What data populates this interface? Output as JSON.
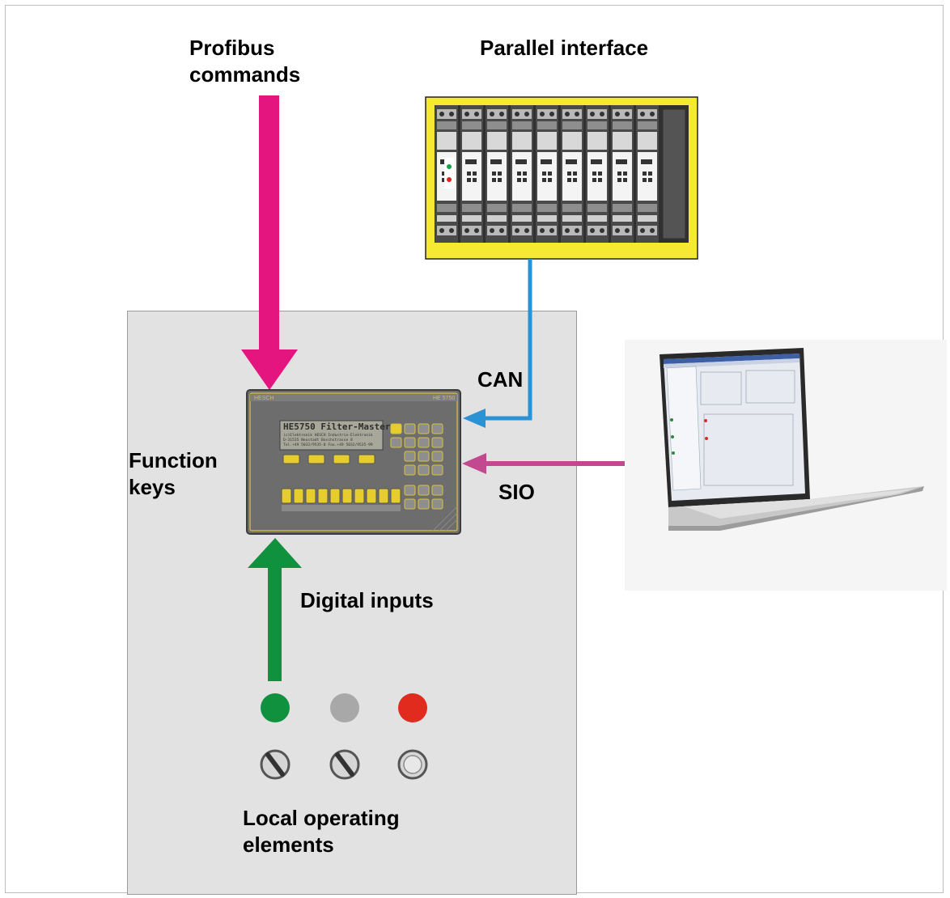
{
  "labels": {
    "profibus": "Profibus\ncommands",
    "parallel": "Parallel interface",
    "can": "CAN",
    "function_keys": "Function\nkeys",
    "sio": "SIO",
    "digital_inputs": "Digital inputs",
    "local_elements": "Local operating\nelements"
  },
  "controller": {
    "brand": "HESCH",
    "model": "HE 5750",
    "display_line1": "HE5750 Filter-Master",
    "display_line2": "(c)Elektronik  HESCH Industrie-Elektronik",
    "display_line3": "D-31535 Neustadt   Boschstrasse 8",
    "display_line4": "Tel.+49 5032/9535-0  Fax.+49 5032/9535-99"
  },
  "colors": {
    "profibus_arrow": "#e4157e",
    "can_arrow": "#2b93d4",
    "sio_arrow": "#c2498f",
    "digital_arrow": "#10913e",
    "parallel_frame": "#f5e932",
    "lamp_green": "#10913e",
    "lamp_grey": "#a8a8a8",
    "lamp_red": "#e22b1f"
  }
}
